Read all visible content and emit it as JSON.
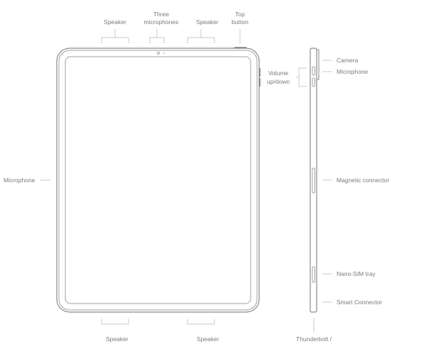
{
  "front": {
    "speaker_top_left": "Speaker",
    "microphones_line1": "Three",
    "microphones_line2": "microphones",
    "speaker_top_right": "Speaker",
    "top_button_line1": "Top",
    "top_button_line2": "button",
    "microphone_left": "Microphone",
    "speaker_bottom_left": "Speaker",
    "speaker_bottom_right": "Speaker"
  },
  "side": {
    "volume_line1": "Volume",
    "volume_line2": "up/down",
    "camera": "Camera",
    "microphone": "Microphone",
    "magnetic_connector": "Magnetic connector",
    "nano_sim": "Nano-SIM tray",
    "smart_connector": "Smart Connector",
    "thunderbolt": "Thunderbolt /"
  }
}
